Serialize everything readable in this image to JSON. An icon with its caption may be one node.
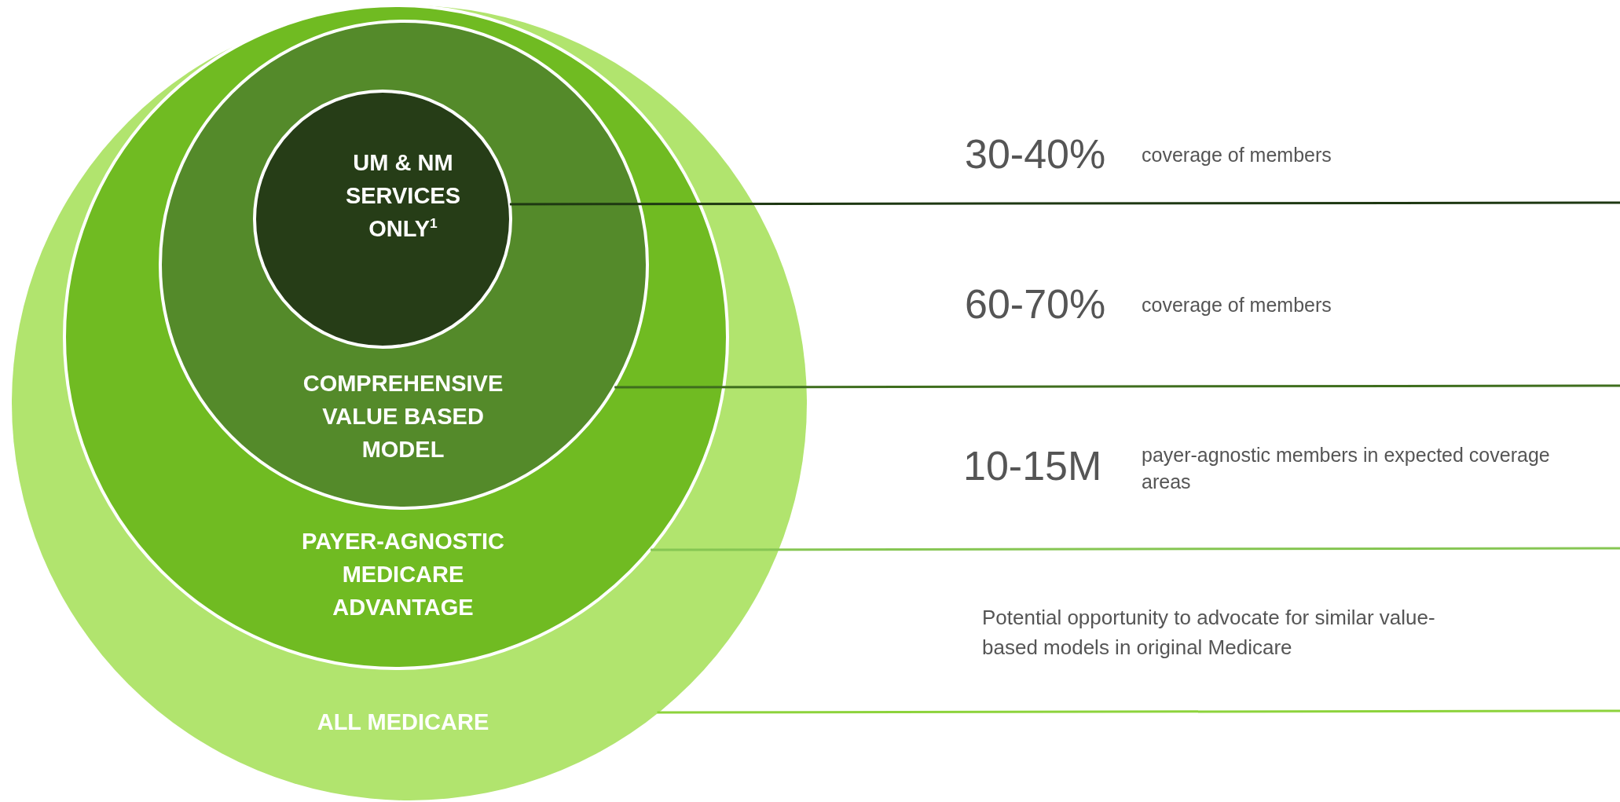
{
  "diagram": {
    "nodes": [
      {
        "text": [
          "ALL MEDICARE"
        ]
      },
      {
        "text": [
          "PAYER-AGNOSTIC MEDICARE ADVANTAGE"
        ],
        "in": 0
      },
      {
        "text": [
          "COMPREHENSIVE VALUE BASED MODEL"
        ],
        "in": 1
      },
      {
        "text": [
          "UM & NM SERVICES ONLY$^{1}$"
        ],
        "in": 2
      }
    ],
    "edges": [
      {
        "from": 3,
        "to": null,
        "arrow": "none",
        "color": "#1e3812"
      },
      {
        "from": 2,
        "to": null,
        "arrow": "none",
        "color": "#3f6e1e"
      },
      {
        "from": 1,
        "to": null,
        "arrow": "none",
        "color": "#86c653"
      },
      {
        "from": 0,
        "to": null,
        "arrow": "none",
        "color": "#8dd33c"
      }
    ],
    "labels": [
      "30-40%",
      "coverage of members",
      "60-70%",
      "coverage of members",
      "10-15M",
      "payer-agnostic members in expected coverage areas",
      "Potential opportunity to advocate for similar value-based models in original Medicare"
    ]
  }
}
